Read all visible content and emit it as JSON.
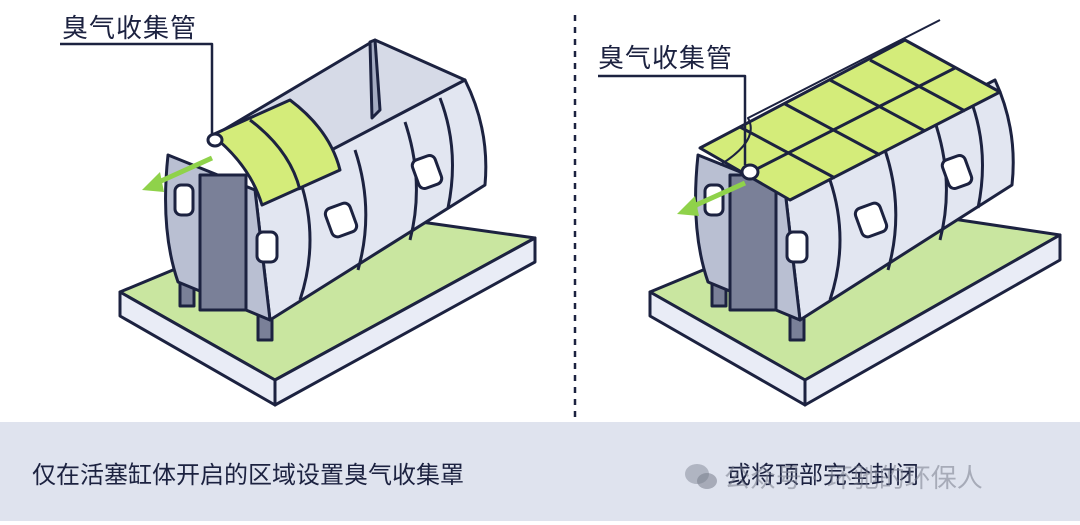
{
  "labels": {
    "left_pipe": "臭气收集管",
    "right_pipe": "臭气收集管"
  },
  "captions": {
    "left": "仅在活塞缸体开启的区域设置臭气收集罩",
    "right": "或将顶部完全封闭"
  },
  "watermark": {
    "text": "公众号 · 环驰的环保人",
    "icon": "wechat-icon"
  },
  "colors": {
    "ink": "#1c2240",
    "base_green": "#c9e6a0",
    "base_slab": "#e9ecf6",
    "body_grey": "#b9bfd2",
    "body_light": "#e2e6f1",
    "cover_green": "#d4ec7a",
    "arrow_green": "#8fd24a",
    "footer": "#dfe3ee"
  }
}
